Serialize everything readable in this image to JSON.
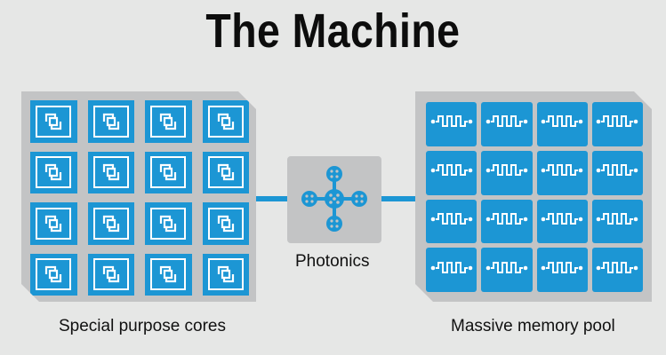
{
  "title": "The Machine",
  "labels": {
    "cores": "Special purpose cores",
    "photonics": "Photonics",
    "memory": "Massive memory pool"
  },
  "colors": {
    "background": "#e6e7e6",
    "panel": "#c3c4c5",
    "accent_blue": "#1c96d4",
    "icon_white": "#ffffff",
    "title_text": "#0d0d0d"
  },
  "icons": {
    "core": "processor-chip-icon",
    "memory": "memory-signal-icon",
    "photonics": "photonic-network-icon"
  },
  "grids": {
    "rows": 4,
    "cols": 4
  }
}
